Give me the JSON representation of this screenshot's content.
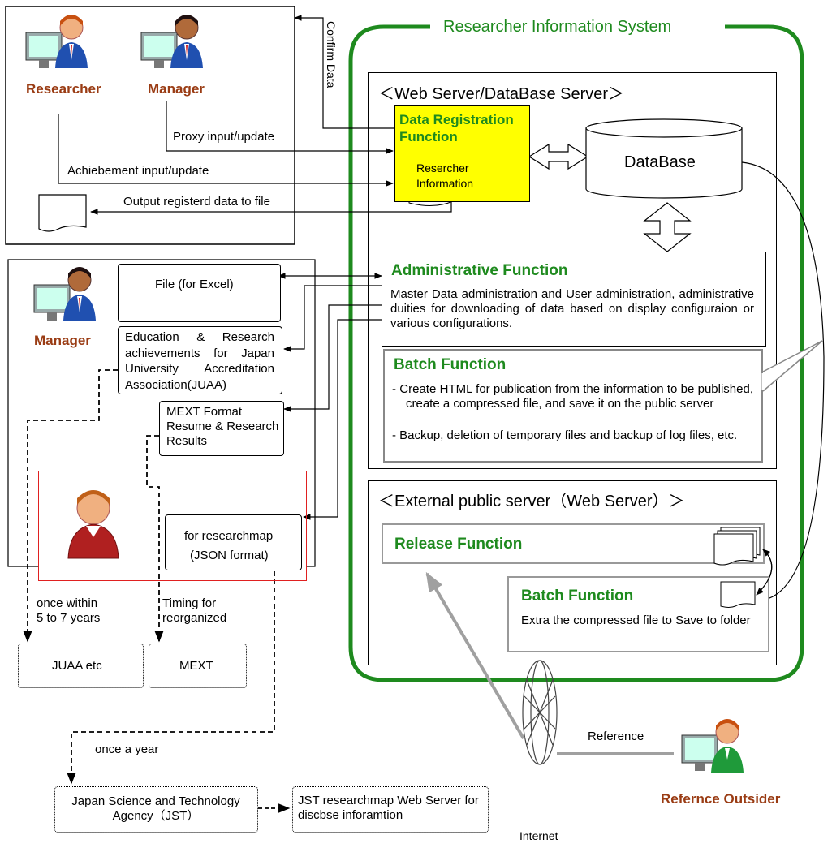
{
  "system_title": "Researcher Information System",
  "people": {
    "researcher": "Researcher",
    "manager_top": "Manager",
    "manager_mid": "Manager",
    "outsider": "Refernce Outsider"
  },
  "web_server": {
    "title": "＜Web Server/DataBase Server＞",
    "data_registration_title": "Data Registration Function",
    "researcher_info_line1": "Resercher",
    "researcher_info_line2": "Information",
    "database": "DataBase"
  },
  "admin": {
    "title": "Administrative Function",
    "text": "Master Data administration and User administration, administrative duities for downloading of data based on display configuraion or various configurations."
  },
  "batch1": {
    "title": "Batch Function",
    "item1": "- Create HTML for publication from the information to be published, create a compressed file, and save it on the public server",
    "item2": "- Backup, deletion of temporary files and backup of log files, etc."
  },
  "external": {
    "title": "＜External public server（Web Server）＞",
    "release_title": "Release Function",
    "batch_title": "Batch Function",
    "batch_text": "Extra the compressed file to Save to folder"
  },
  "arrows": {
    "confirm_data": "Confirm Data",
    "proxy": "Proxy input/update",
    "achievement": "Achiebement input/update",
    "output": "Output registerd data to file",
    "reference": "Reference",
    "internet": "Internet"
  },
  "left_boxes": {
    "file_excel": "File (for Excel)",
    "juaa_report": "Education & Research achievements for Japan University Accreditation Association(JUAA)",
    "mext_format": "MEXT Format Resume & Research Results",
    "researchmap_line1": "for researchmap",
    "researchmap_line2": "(JSON format)"
  },
  "timing": {
    "juaa_line1": "once within",
    "juaa_line2": "5 to 7 years",
    "mext_line1": "Timing for",
    "mext_line2": "reorganized",
    "jst": "once a year"
  },
  "destinations": {
    "juaa": "JUAA etc",
    "mext": "MEXT",
    "jst": "Japan Science and Technology Agency（JST）",
    "jst_server": "JST researchmap Web Server for discbse inforamtion"
  },
  "colors": {
    "green": "#1e8a1e",
    "brown": "#9a3c14",
    "yellow": "#ffff00",
    "red_border": "#e02020",
    "gray_arrow": "#a0a0a0"
  }
}
